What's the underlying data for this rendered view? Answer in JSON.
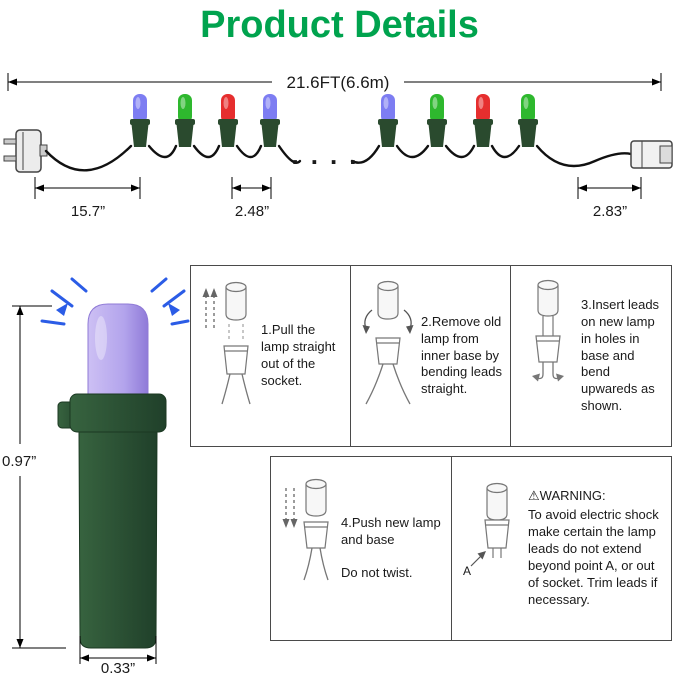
{
  "title": "Product Details",
  "colors": {
    "title_green": "#00A34E",
    "bulb_blue": "#7d7df2",
    "bulb_green": "#2eb82e",
    "bulb_red": "#e62e2e",
    "bulb_lavender": "#b3a4ec",
    "socket_green": "#2a4a2e",
    "ray_blue": "#2b5ce6",
    "wire_black": "#111111"
  },
  "string_diagram": {
    "total_length": "21.6FT(6.6m)",
    "lead_spacing": "15.7”",
    "bulb_spacing": "2.48”",
    "end_spacing": "2.83”",
    "continuation_dots": "...."
  },
  "lamp_diagram": {
    "height": "0.97”",
    "width": "0.33”"
  },
  "steps": [
    {
      "text": "1.Pull the lamp straight out of the socket."
    },
    {
      "text": "2.Remove old lamp from inner base by bending leads straight."
    },
    {
      "text": "3.Insert leads on new lamp in holes in base and bend upwareds as shown."
    },
    {
      "text": "4.Push new lamp and base",
      "note": "Do not twist."
    }
  ],
  "warning": {
    "icon": "⚠",
    "title": "WARNING:",
    "body": "To avoid electric shock make certain the lamp leads do not extend beyond point A, or out of socket. Trim leads if necessary.",
    "point_label": "A"
  }
}
